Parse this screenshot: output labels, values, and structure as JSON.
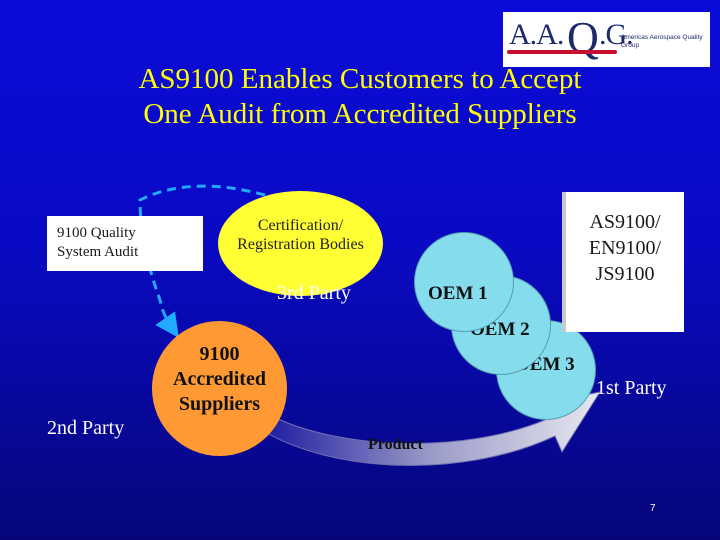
{
  "logo": {
    "mark": "A.A.",
    "letter": "Q",
    "trail": ".G.",
    "tagline": "Americas Aerospace Quality Group"
  },
  "slide": {
    "title_line1": "AS9100 Enables Customers to Accept",
    "title_line2": "One Audit from Accredited Suppliers",
    "audit_box": {
      "line1": "9100 Quality",
      "line2": "System Audit"
    },
    "cert_bodies": {
      "line1": "Certification/",
      "line2": "Registration Bodies"
    },
    "third_party": "3rd Party",
    "standards_note": {
      "line1": "AS9100/",
      "line2": "EN9100/",
      "line3": "JS9100"
    },
    "oem1": "OEM 1",
    "oem2": "OEM 2",
    "oem3": "OEM 3",
    "suppliers": {
      "line1": "9100",
      "line2": "Accredited",
      "line3": "Suppliers"
    },
    "second_party": "2nd Party",
    "first_party": "1st Party",
    "product": "Product",
    "page_number": "7"
  },
  "colors": {
    "background": "#0b0bd8",
    "title": "#ffff00",
    "cert": "#ffff33",
    "oem": "#84dcec",
    "suppliers": "#ff9933",
    "dashed_line": "#22aaff"
  }
}
